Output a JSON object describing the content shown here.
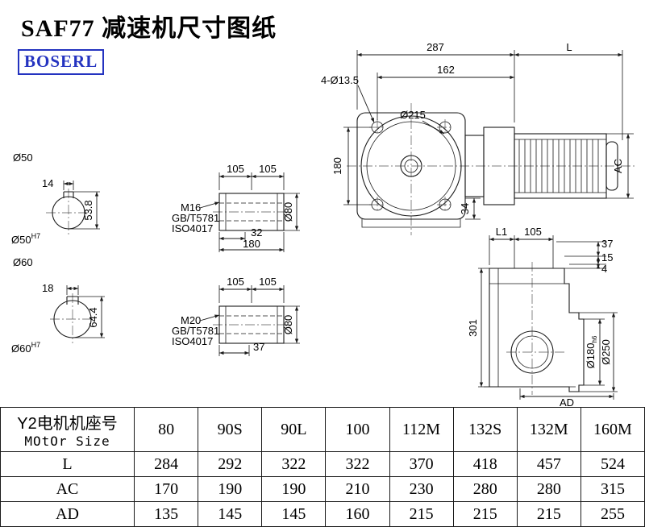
{
  "page": {
    "title": "SAF77 减速机尺寸图纸",
    "brand": "BOSERL"
  },
  "drawing": {
    "front_view": {
      "dim_width": "287",
      "dim_motor_length": "L",
      "dim_162": "162",
      "holes_note": "4-Ø13.5",
      "flange_diameter": "Ø215",
      "dim_height": "180",
      "dim_34": "34",
      "dim_ac": "AC"
    },
    "shaft50": {
      "label": "Ø50",
      "key_width": "14",
      "key_height": "53.8",
      "bore_label": "Ø50",
      "bore_tolerance": "H7"
    },
    "shaft60": {
      "label": "Ø60",
      "key_width": "18",
      "key_height": "64.4",
      "bore_label": "Ø60",
      "bore_tolerance": "H7"
    },
    "hollow_shaft_1": {
      "dim_105_left": "105",
      "dim_105_right": "105",
      "thread": "M16",
      "thread_standard": "GB/T5781",
      "thread_iso": "ISO4017",
      "dim_32": "32",
      "dim_180": "180",
      "dim_d80": "Ø80"
    },
    "hollow_shaft_2": {
      "dim_105_left": "105",
      "dim_105_right": "105",
      "thread": "M20",
      "thread_standard": "GB/T5781",
      "thread_iso": "ISO4017",
      "dim_37": "37",
      "dim_d80": "Ø80"
    },
    "side_view": {
      "dim_l1": "L1",
      "dim_105": "105",
      "dim_37": "37",
      "dim_15": "15",
      "dim_4": "4",
      "dim_301": "301",
      "bore_label": "Ø180",
      "bore_tolerance": "h6",
      "flange_diameter": "Ø250",
      "dim_ad": "AD"
    }
  },
  "table": {
    "header_line1": "Y2电机机座号",
    "header_line2": "MOtOr Size",
    "columns": [
      "80",
      "90S",
      "90L",
      "100",
      "112M",
      "132S",
      "132M",
      "160M"
    ],
    "rows": [
      {
        "label": "L",
        "values": [
          "284",
          "292",
          "322",
          "322",
          "370",
          "418",
          "457",
          "524"
        ]
      },
      {
        "label": "AC",
        "values": [
          "170",
          "190",
          "190",
          "210",
          "230",
          "280",
          "280",
          "315"
        ]
      },
      {
        "label": "AD",
        "values": [
          "135",
          "145",
          "145",
          "160",
          "215",
          "215",
          "215",
          "255"
        ]
      }
    ]
  }
}
